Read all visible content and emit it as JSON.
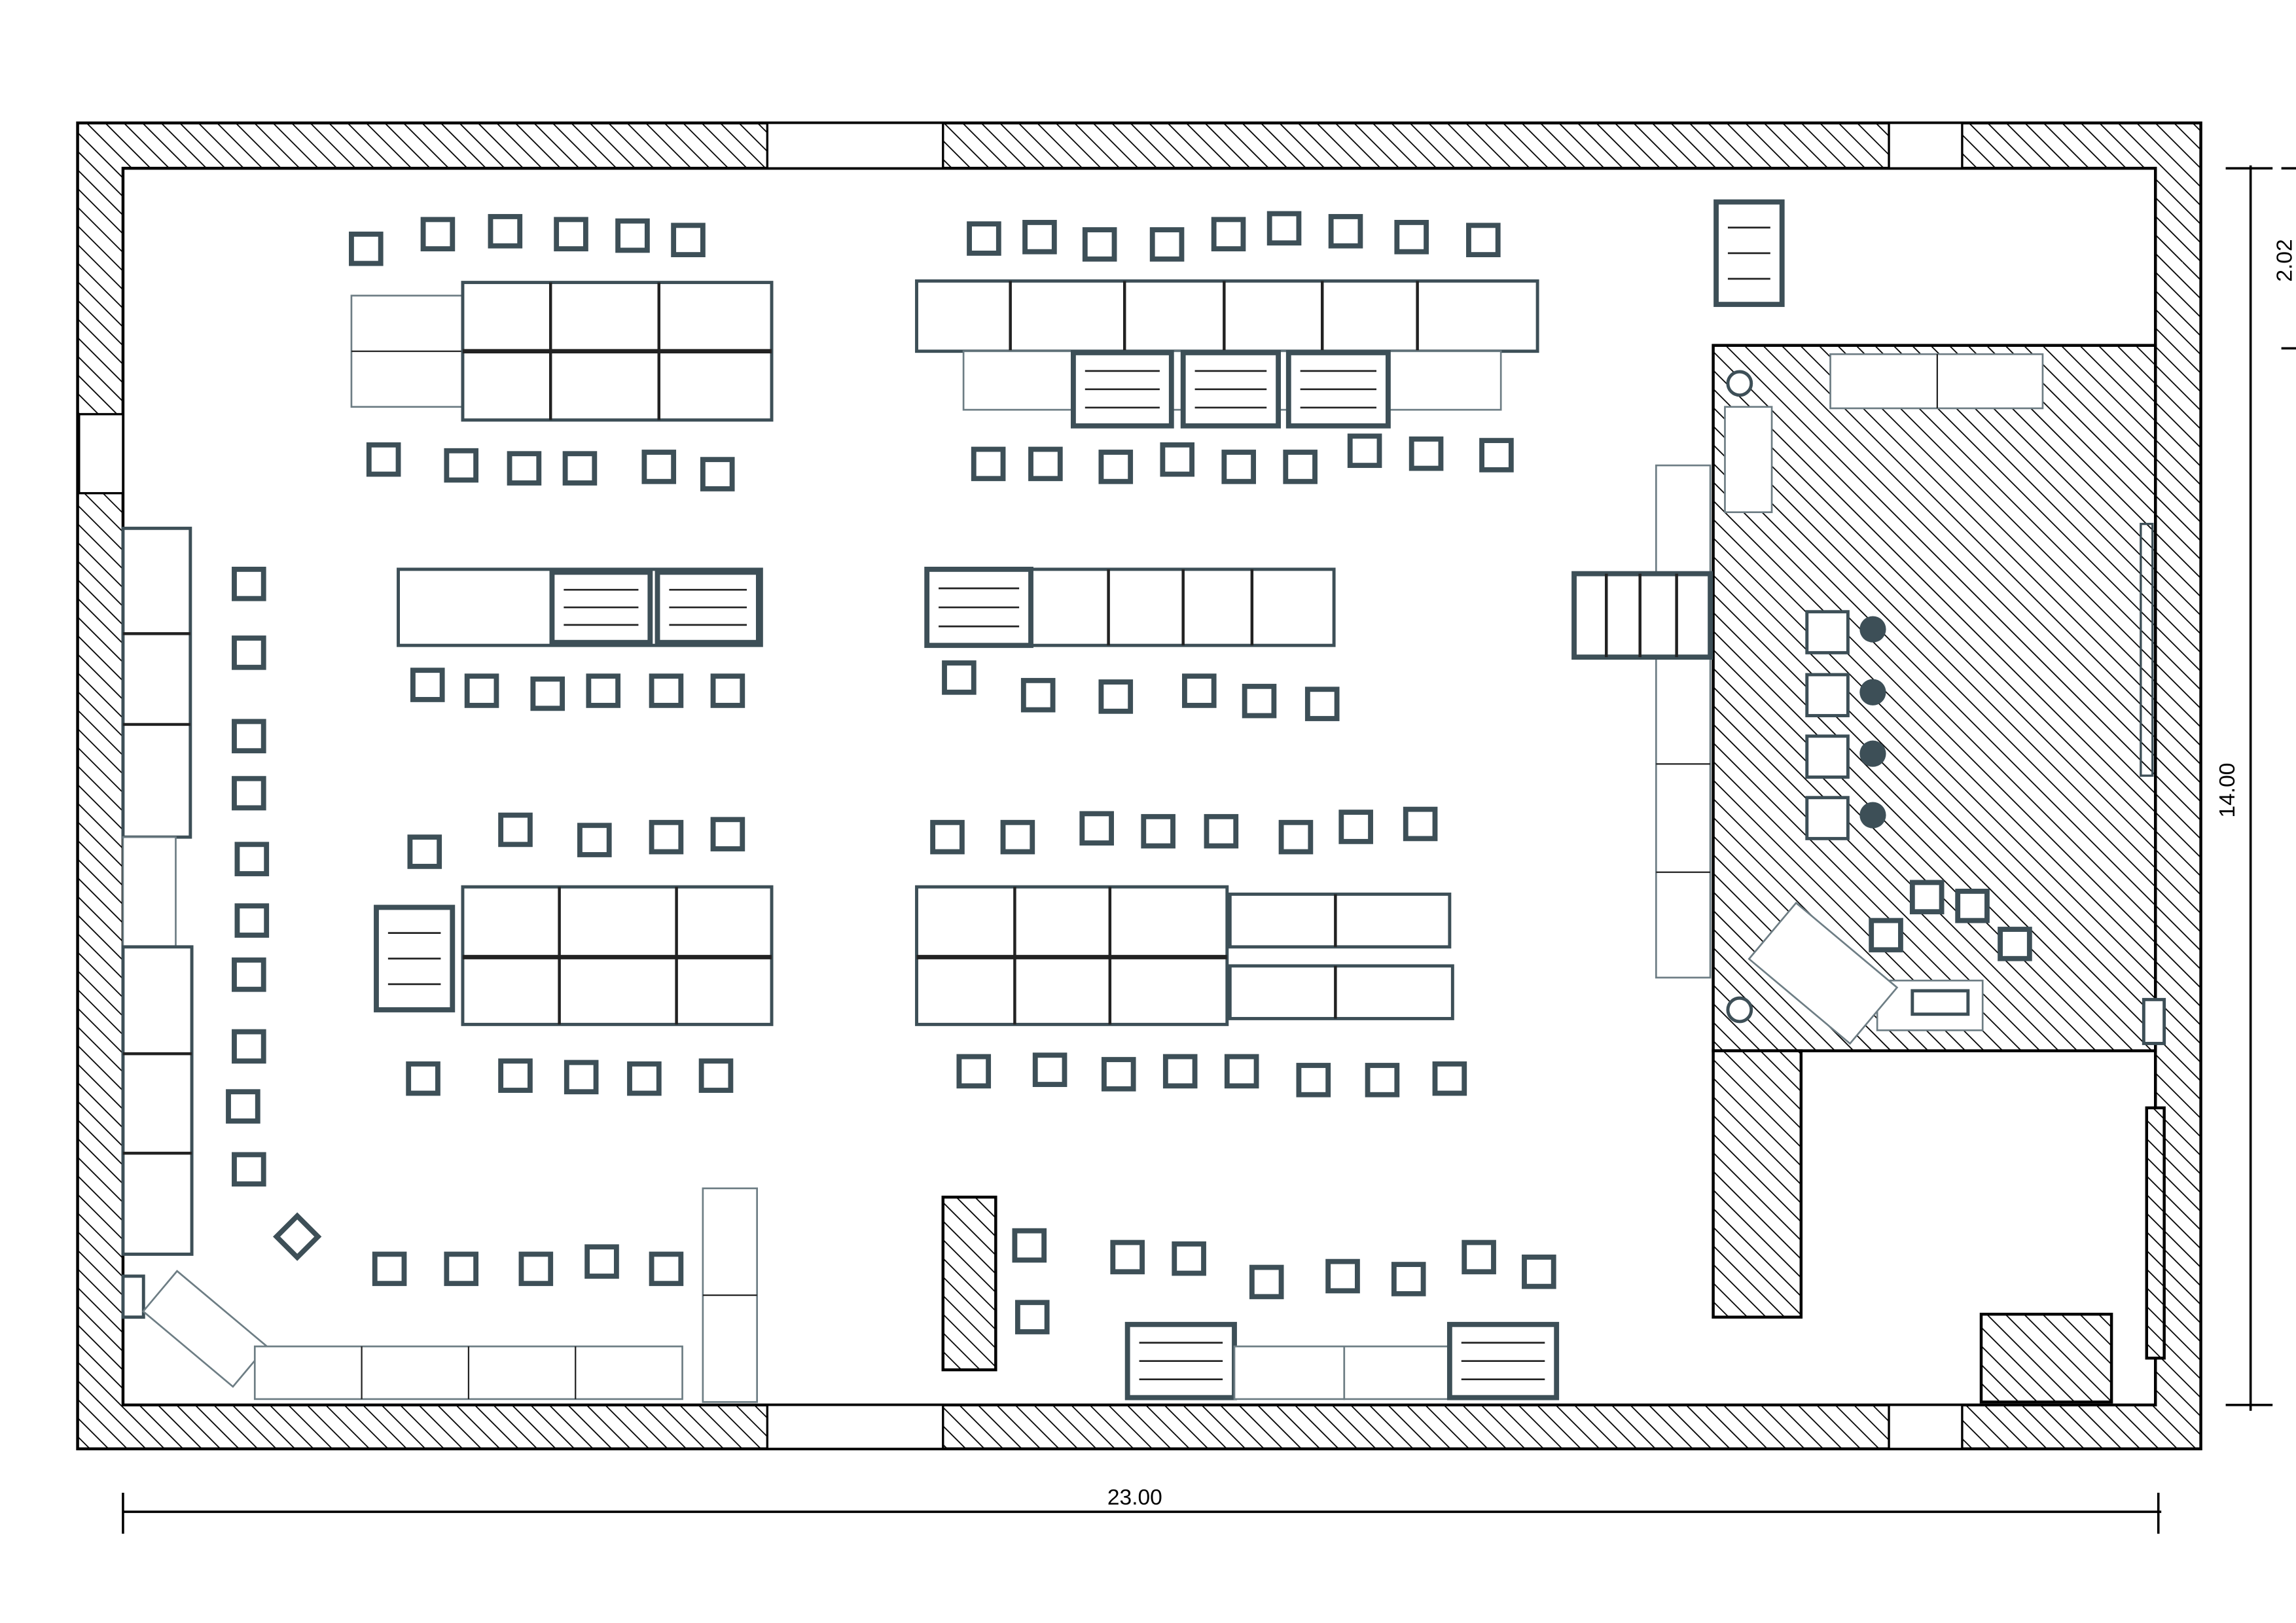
{
  "title": "Floor plan",
  "dimensions": {
    "width_label": "23.00",
    "height_label": "14.00",
    "segment_label": "2.02"
  },
  "colors": {
    "wall": "#000000",
    "furniture": "#3d4f57"
  }
}
